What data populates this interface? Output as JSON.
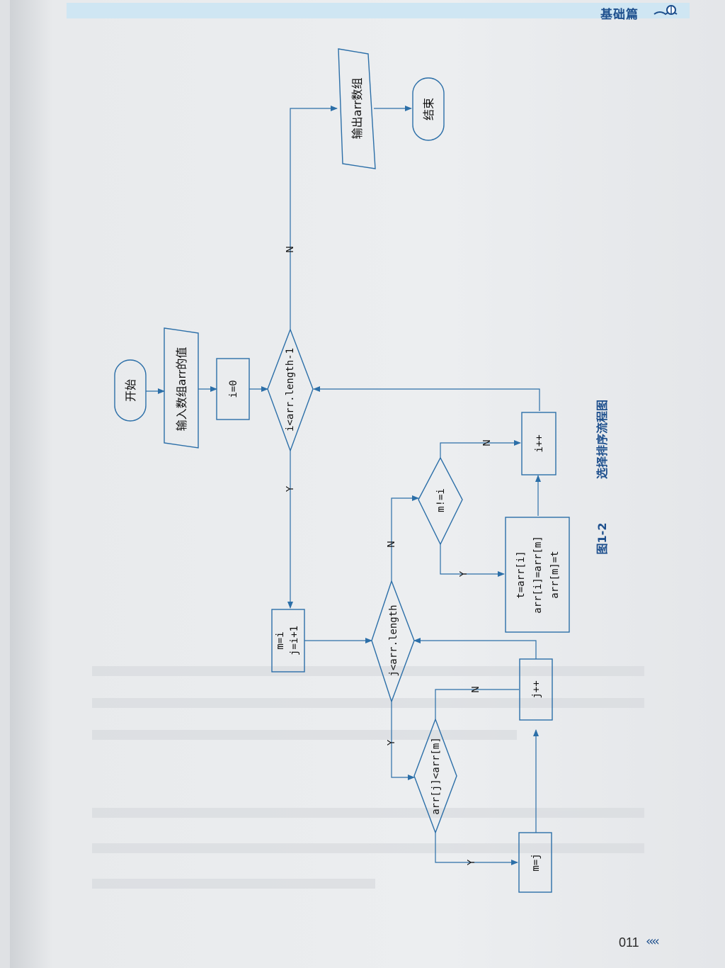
{
  "header": {
    "section": "基础篇",
    "book_icon": "bulb-book-icon"
  },
  "footer": {
    "page_number": "011",
    "arrows": "‹‹‹‹"
  },
  "figure": {
    "caption_num": "图1-2",
    "caption_title": "选择排序流程图",
    "nodes": {
      "start": "开始",
      "input": "输入数组arr的值",
      "init_i": "i=0",
      "cond_i": "i<arr.length-1",
      "set_m": [
        "m=i",
        "j=i+1"
      ],
      "cond_j": "j<arr.length",
      "cond_cmp": "arr[j]<arr[m]",
      "assign_m": "m=j",
      "inc_j": "j++",
      "cond_m": "m!=i",
      "swap": [
        "t=arr[i]",
        "arr[i]=arr[m]",
        "arr[m]=t"
      ],
      "inc_i": "i++",
      "output": "输出arr数组",
      "end": "结束"
    },
    "labels": {
      "yes": "Y",
      "no": "N"
    }
  },
  "colors": {
    "accent": "#2c6fa8",
    "caption": "#1d4f8d",
    "band": "#cfe6f3"
  }
}
